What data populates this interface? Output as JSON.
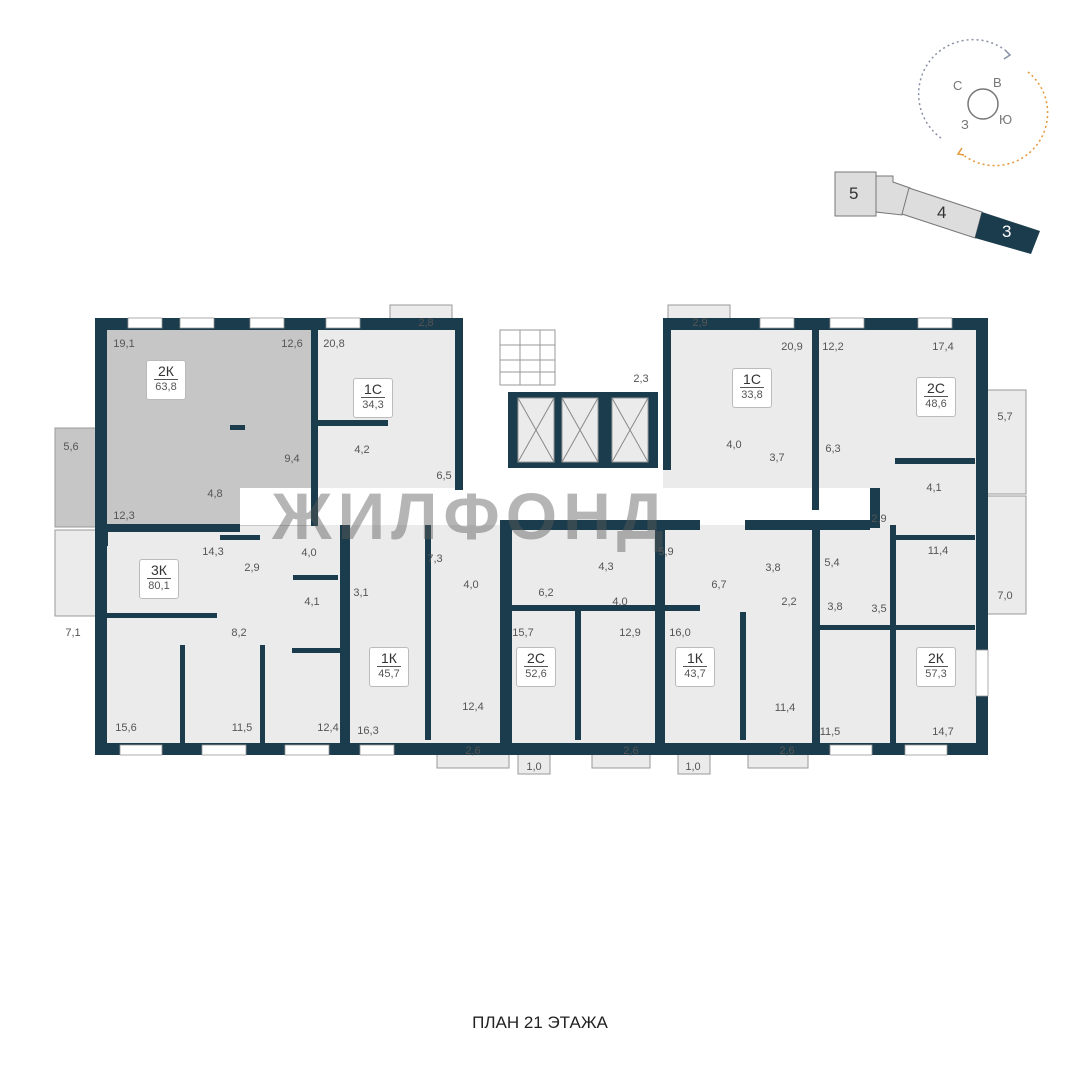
{
  "title": "ПЛАН 21 ЭТАЖА",
  "watermark": "ЖИЛФОНД",
  "compass": {
    "north": "С",
    "east": "В",
    "south": "Ю",
    "west": "З"
  },
  "sections": {
    "s5": "5",
    "s4": "4",
    "s3": "3",
    "active": "3"
  },
  "colors": {
    "wall": "#1b3c4c",
    "selected_apartment": "#c6c6c6",
    "room": "#ebebeb",
    "orange_arrow": "#e5973a"
  },
  "apartments": [
    {
      "type": "2К",
      "area": "63,8"
    },
    {
      "type": "1С",
      "area": "34,3"
    },
    {
      "type": "3К",
      "area": "80,1"
    },
    {
      "type": "1К",
      "area": "45,7"
    },
    {
      "type": "1С",
      "area": "33,8"
    },
    {
      "type": "2С",
      "area": "48,6"
    },
    {
      "type": "2С",
      "area": "52,6"
    },
    {
      "type": "1К",
      "area": "43,7"
    },
    {
      "type": "2К",
      "area": "57,3"
    }
  ],
  "rooms": [
    "19,1",
    "12,6",
    "20,8",
    "2,8",
    "9,4",
    "5,6",
    "12,3",
    "4,8",
    "4,2",
    "6,5",
    "14,3",
    "2,9",
    "4,0",
    "7,3",
    "4,0",
    "3,1",
    "4,1",
    "7,1",
    "8,2",
    "15,6",
    "11,5",
    "12,4",
    "16,3",
    "12,4",
    "2,6",
    "2,9",
    "20,9",
    "12,2",
    "17,4",
    "2,3",
    "5,7",
    "4,0",
    "3,7",
    "6,3",
    "4,1",
    "2,9",
    "5,9",
    "4,3",
    "5,4",
    "3,8",
    "11,4",
    "6,2",
    "6,7",
    "4,0",
    "2,2",
    "3,8",
    "3,5",
    "7,0",
    "15,7",
    "12,9",
    "16,0",
    "11,4",
    "11,5",
    "14,7",
    "2,6",
    "1,0",
    "2,6",
    "1,0"
  ]
}
